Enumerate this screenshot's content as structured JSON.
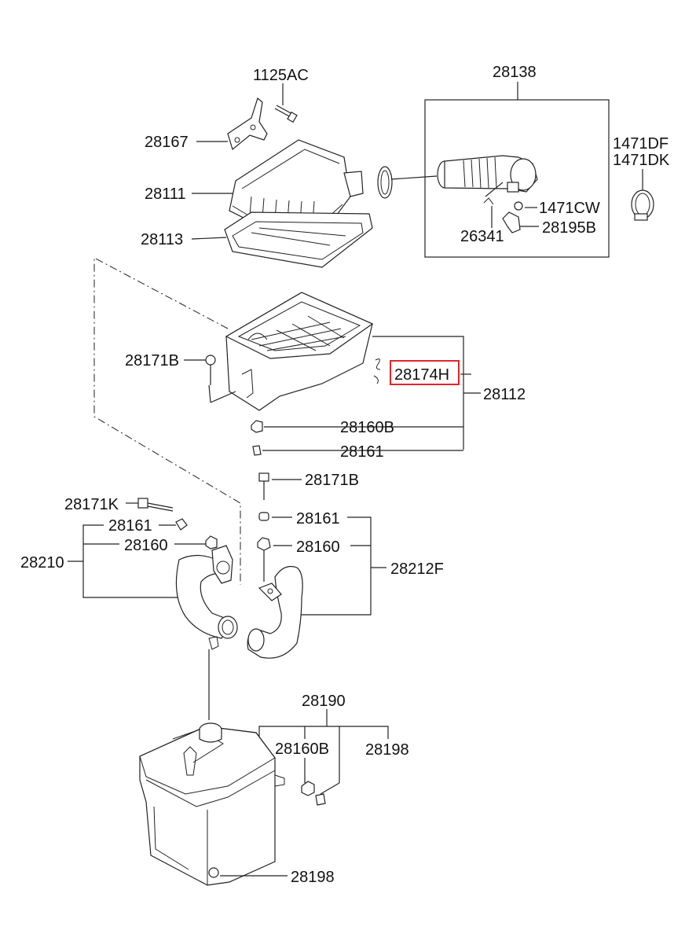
{
  "labels": {
    "p_1125AC": "1125AC",
    "p_28138": "28138",
    "p_28167": "28167",
    "p_28111": "28111",
    "p_28113": "28113",
    "p_1471DF": "1471DF",
    "p_1471DK": "1471DK",
    "p_1471CW": "1471CW",
    "p_26341": "26341",
    "p_28195B": "28195B",
    "p_28171B_a": "28171B",
    "p_28174H": "28174H",
    "p_28112": "28112",
    "p_28160B_a": "28160B",
    "p_28161_a": "28161",
    "p_28171B_b": "28171B",
    "p_28171K": "28171K",
    "p_28161_b": "28161",
    "p_28160_a": "28160",
    "p_28210": "28210",
    "p_28161_c": "28161",
    "p_28160_b": "28160",
    "p_28212F": "28212F",
    "p_28190": "28190",
    "p_28160B_b": "28160B",
    "p_28198_a": "28198",
    "p_28198_b": "28198"
  },
  "highlight": {
    "part": "28174H",
    "color": "#e0262b"
  }
}
